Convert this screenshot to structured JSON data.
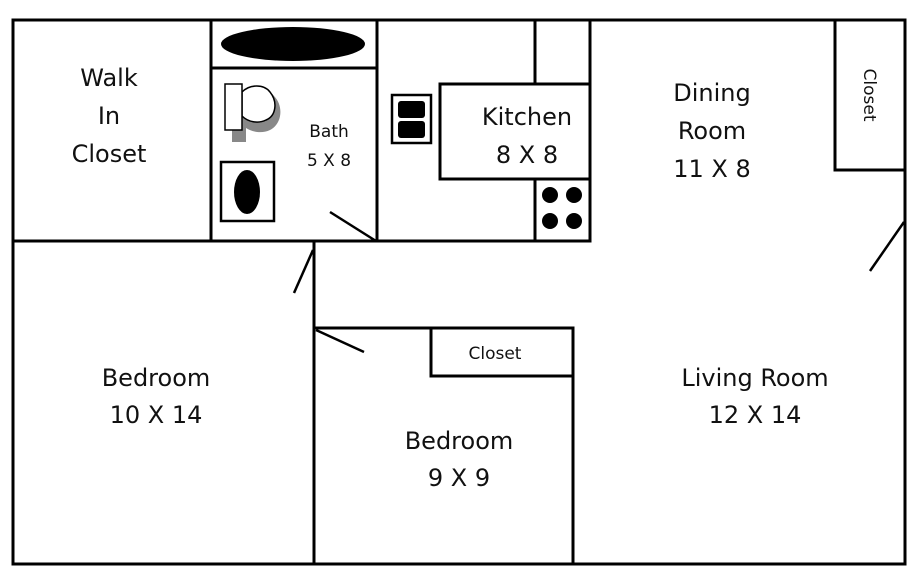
{
  "rooms": {
    "walk_in_closet": {
      "lines": [
        "Walk",
        "In",
        "Closet"
      ]
    },
    "bath": {
      "name": "Bath",
      "size": "5 X 8"
    },
    "kitchen": {
      "name": "Kitchen",
      "size": "8 X 8"
    },
    "dining_room": {
      "name": "Dining",
      "name2": "Room",
      "size": "11 X 8"
    },
    "dining_closet": {
      "name": "Closet"
    },
    "bedroom_1": {
      "name": "Bedroom",
      "size": "10 X 14"
    },
    "bedroom_2": {
      "name": "Bedroom",
      "size": "9 X 9"
    },
    "bedroom_2_closet": {
      "name": "Closet"
    },
    "living_room": {
      "name": "Living Room",
      "size": "12 X 14"
    }
  }
}
